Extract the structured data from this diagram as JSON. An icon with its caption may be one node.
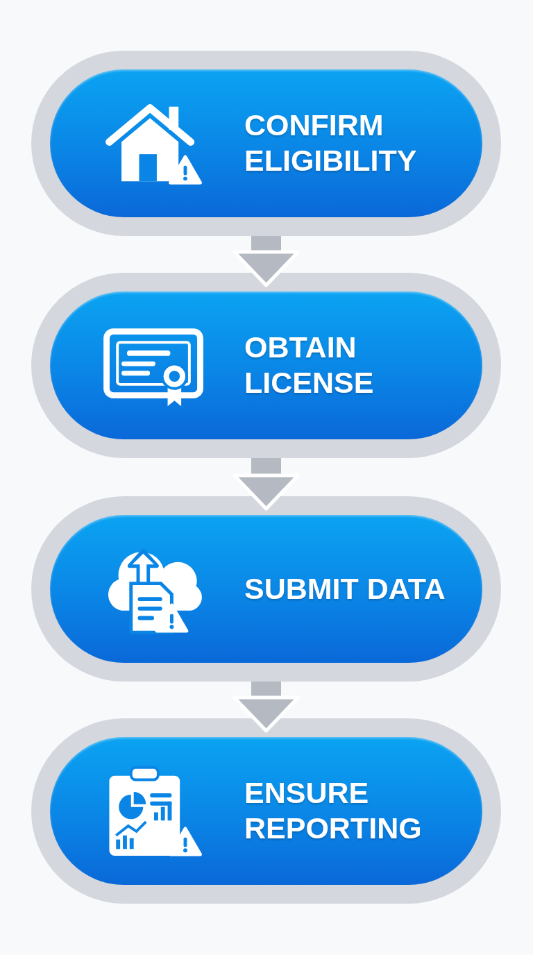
{
  "diagram": {
    "nodes": [
      {
        "text": [
          "CONFIRM ELIGIBILITY"
        ]
      },
      {
        "text": [
          "OBTAIN LICENSE"
        ]
      },
      {
        "text": [
          "SUBMIT DATA"
        ]
      },
      {
        "text": [
          "ENSURE REPORTING"
        ]
      }
    ],
    "edges": [
      {
        "from": 0,
        "to": 1,
        "arrow": "to"
      },
      {
        "from": 1,
        "to": 2,
        "arrow": "to"
      },
      {
        "from": 2,
        "to": 3,
        "arrow": "to"
      }
    ]
  }
}
